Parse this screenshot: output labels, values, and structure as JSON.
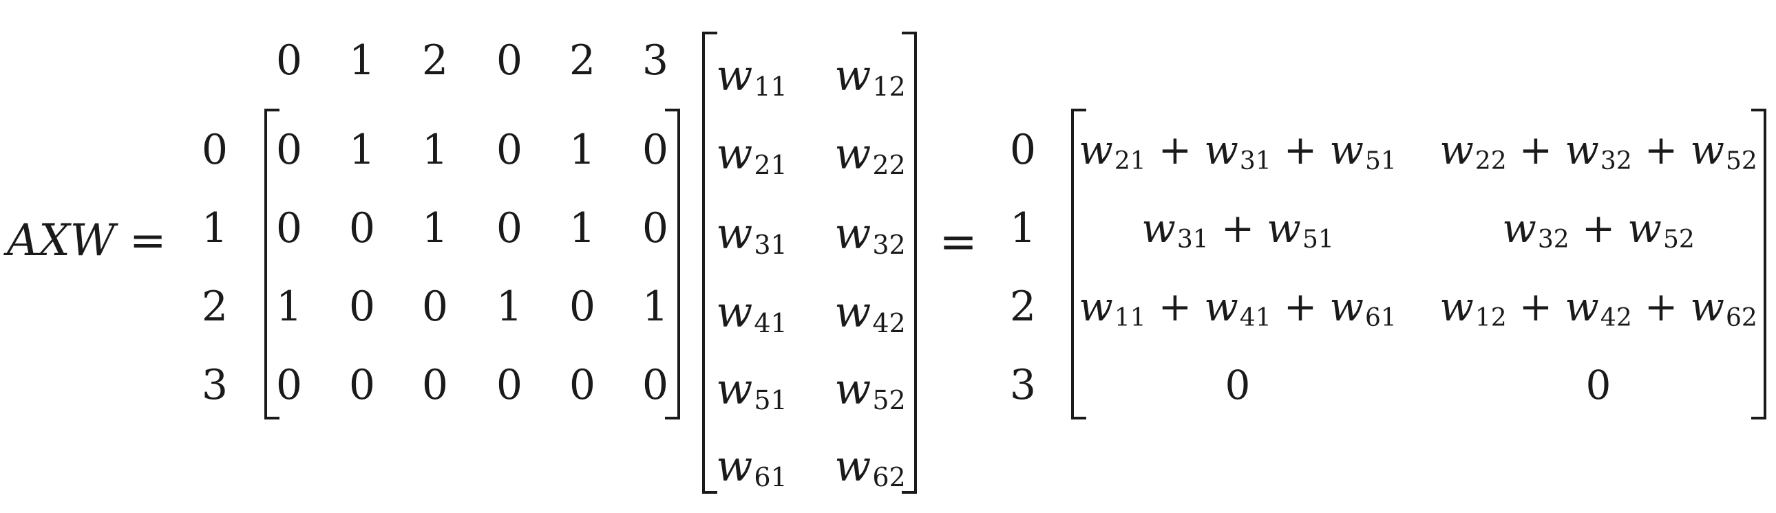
{
  "lhs": "AXW =",
  "equals": "=",
  "col_header_labels": [
    "0",
    "1",
    "2",
    "0",
    "2",
    "3"
  ],
  "row_labels": [
    "0",
    "1",
    "2",
    "3"
  ],
  "matrix_a": [
    [
      "0",
      "1",
      "1",
      "0",
      "1",
      "0"
    ],
    [
      "0",
      "0",
      "1",
      "0",
      "1",
      "0"
    ],
    [
      "1",
      "0",
      "0",
      "1",
      "0",
      "1"
    ],
    [
      "0",
      "0",
      "0",
      "0",
      "0",
      "0"
    ]
  ],
  "matrix_w": [
    [
      {
        "v": "w",
        "s": "11"
      },
      {
        "v": "w",
        "s": "12"
      }
    ],
    [
      {
        "v": "w",
        "s": "21"
      },
      {
        "v": "w",
        "s": "22"
      }
    ],
    [
      {
        "v": "w",
        "s": "31"
      },
      {
        "v": "w",
        "s": "32"
      }
    ],
    [
      {
        "v": "w",
        "s": "41"
      },
      {
        "v": "w",
        "s": "42"
      }
    ],
    [
      {
        "v": "w",
        "s": "51"
      },
      {
        "v": "w",
        "s": "52"
      }
    ],
    [
      {
        "v": "w",
        "s": "61"
      },
      {
        "v": "w",
        "s": "62"
      }
    ]
  ],
  "result_row_labels": [
    "0",
    "1",
    "2",
    "3"
  ],
  "matrix_result": [
    [
      [
        {
          "v": "w",
          "s": "21"
        },
        {
          "v": "w",
          "s": "31"
        },
        {
          "v": "w",
          "s": "51"
        }
      ],
      [
        {
          "v": "w",
          "s": "22"
        },
        {
          "v": "w",
          "s": "32"
        },
        {
          "v": "w",
          "s": "52"
        }
      ]
    ],
    [
      [
        {
          "v": "w",
          "s": "31"
        },
        {
          "v": "w",
          "s": "51"
        }
      ],
      [
        {
          "v": "w",
          "s": "32"
        },
        {
          "v": "w",
          "s": "52"
        }
      ]
    ],
    [
      [
        {
          "v": "w",
          "s": "11"
        },
        {
          "v": "w",
          "s": "41"
        },
        {
          "v": "w",
          "s": "61"
        }
      ],
      [
        {
          "v": "w",
          "s": "12"
        },
        {
          "v": "w",
          "s": "42"
        },
        {
          "v": "w",
          "s": "62"
        }
      ]
    ],
    [
      "0",
      "0"
    ]
  ],
  "plus_sign": "+"
}
